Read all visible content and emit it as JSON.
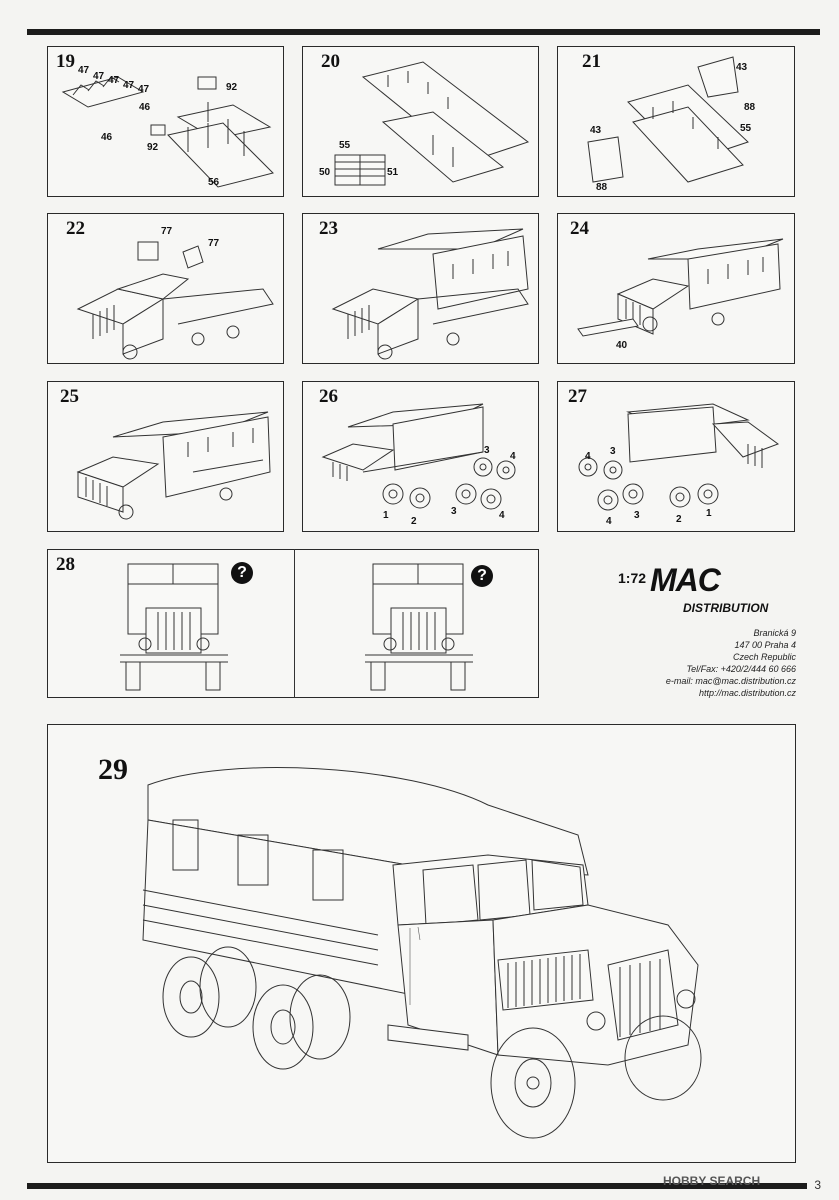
{
  "steps": [
    {
      "num": "19",
      "labels": [
        "47",
        "47",
        "47",
        "47",
        "47",
        "46",
        "46",
        "92",
        "92",
        "56"
      ]
    },
    {
      "num": "20",
      "labels": [
        "55",
        "50",
        "51"
      ]
    },
    {
      "num": "21",
      "labels": [
        "43",
        "88",
        "55",
        "43",
        "88"
      ]
    },
    {
      "num": "22",
      "labels": [
        "77",
        "77"
      ]
    },
    {
      "num": "23",
      "labels": []
    },
    {
      "num": "24",
      "labels": [
        "40"
      ]
    },
    {
      "num": "25",
      "labels": []
    },
    {
      "num": "26",
      "labels": [
        "3",
        "4",
        "1",
        "2",
        "3",
        "4"
      ]
    },
    {
      "num": "27",
      "labels": [
        "4",
        "3",
        "4",
        "3",
        "2",
        "1"
      ]
    },
    {
      "num": "28",
      "labels": []
    },
    {
      "num": "29",
      "labels": []
    }
  ],
  "question_mark": "?",
  "brand": {
    "scale": "1:72",
    "logo": "MAC",
    "sub": "DISTRIBUTION",
    "address": [
      "Branická 9",
      "147 00 Praha 4",
      "Czech Republic",
      "Tel/Fax: +420/2/444 60 666",
      "e-mail: mac@mac.distribution.cz",
      "http://mac.distribution.cz"
    ]
  },
  "watermark": "HOBBY SEARCH",
  "page_number": "3"
}
